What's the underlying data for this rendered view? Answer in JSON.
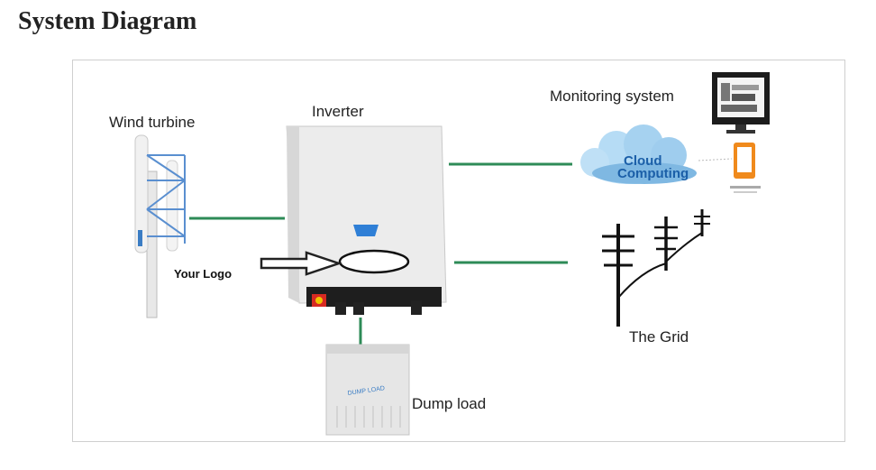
{
  "header": {
    "title": "System Diagram"
  },
  "diagram": {
    "labels": {
      "wind_turbine": "Wind turbine",
      "inverter": "Inverter",
      "monitoring_system": "Monitoring system",
      "your_logo": "Your Logo",
      "the_grid": "The Grid",
      "dump_load": "Dump load",
      "cloud_line1": "Cloud",
      "cloud_line2": "Computing",
      "dump_box_text": "DUMP LOAD"
    },
    "colors": {
      "connector_line": "#2e8b57",
      "cloud": "#8ec4e8",
      "phone": "#f08a1c",
      "inverter_body": "#eeeeee",
      "inverter_port": "#2f7fd6"
    }
  }
}
